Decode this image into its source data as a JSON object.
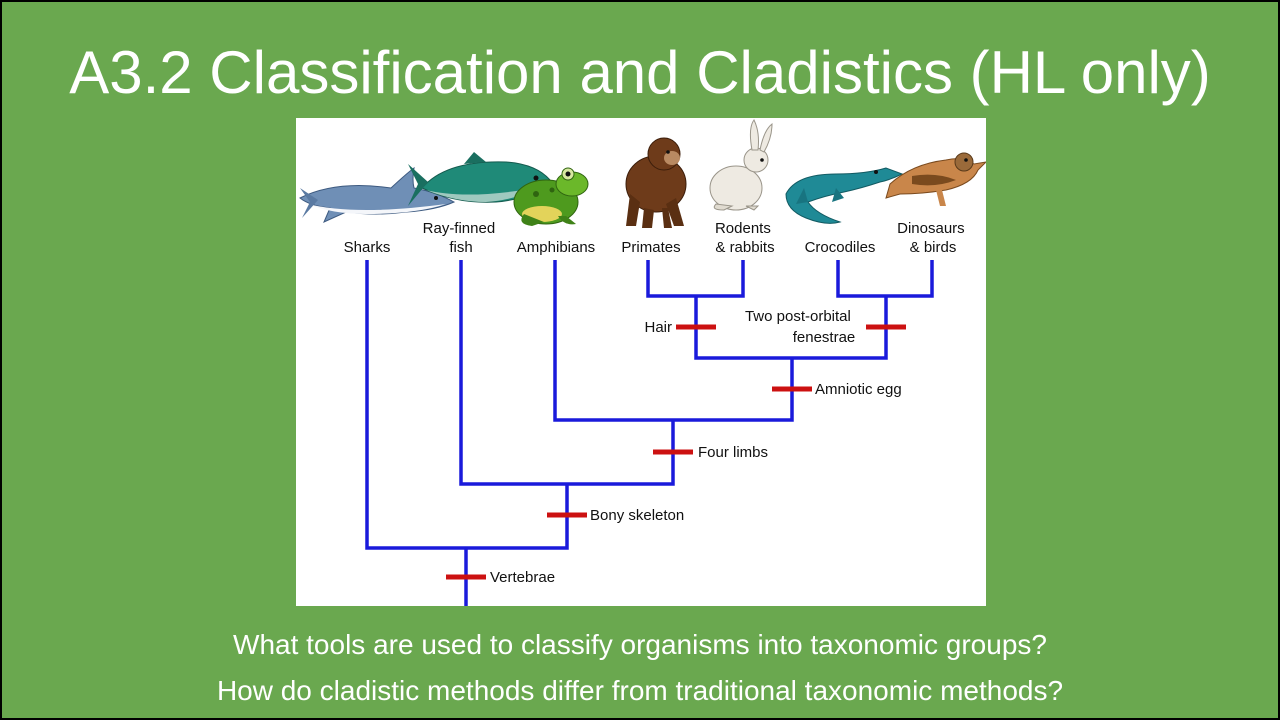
{
  "slide": {
    "title": "A3.2 Classification and Cladistics (HL only)",
    "questions": [
      "What tools are used to classify organisms into taxonomic groups?",
      "How do cladistic methods differ from traditional taxonomic methods?"
    ]
  },
  "cladogram": {
    "taxa": [
      {
        "lines": [
          "Sharks"
        ],
        "icon": "shark-icon"
      },
      {
        "lines": [
          "Ray-finned",
          "fish"
        ],
        "icon": "tuna-icon"
      },
      {
        "lines": [
          "Amphibians"
        ],
        "icon": "frog-icon"
      },
      {
        "lines": [
          "Primates"
        ],
        "icon": "chimpanzee-icon"
      },
      {
        "lines": [
          "Rodents",
          "& rabbits"
        ],
        "icon": "rabbit-icon"
      },
      {
        "lines": [
          "Crocodiles"
        ],
        "icon": "crocodile-icon"
      },
      {
        "lines": [
          "Dinosaurs",
          "& birds"
        ],
        "icon": "sparrow-icon"
      }
    ],
    "traits": [
      {
        "lines": [
          "Vertebrae"
        ]
      },
      {
        "lines": [
          "Bony skeleton"
        ]
      },
      {
        "lines": [
          "Four limbs"
        ]
      },
      {
        "lines": [
          "Amniotic egg"
        ]
      },
      {
        "lines": [
          "Hair"
        ]
      },
      {
        "lines": [
          "Two post-orbital",
          "fenestrae"
        ]
      }
    ],
    "colors": {
      "branch": "#1a1adb",
      "trait_mark": "#cc1111",
      "text": "#111111"
    }
  }
}
